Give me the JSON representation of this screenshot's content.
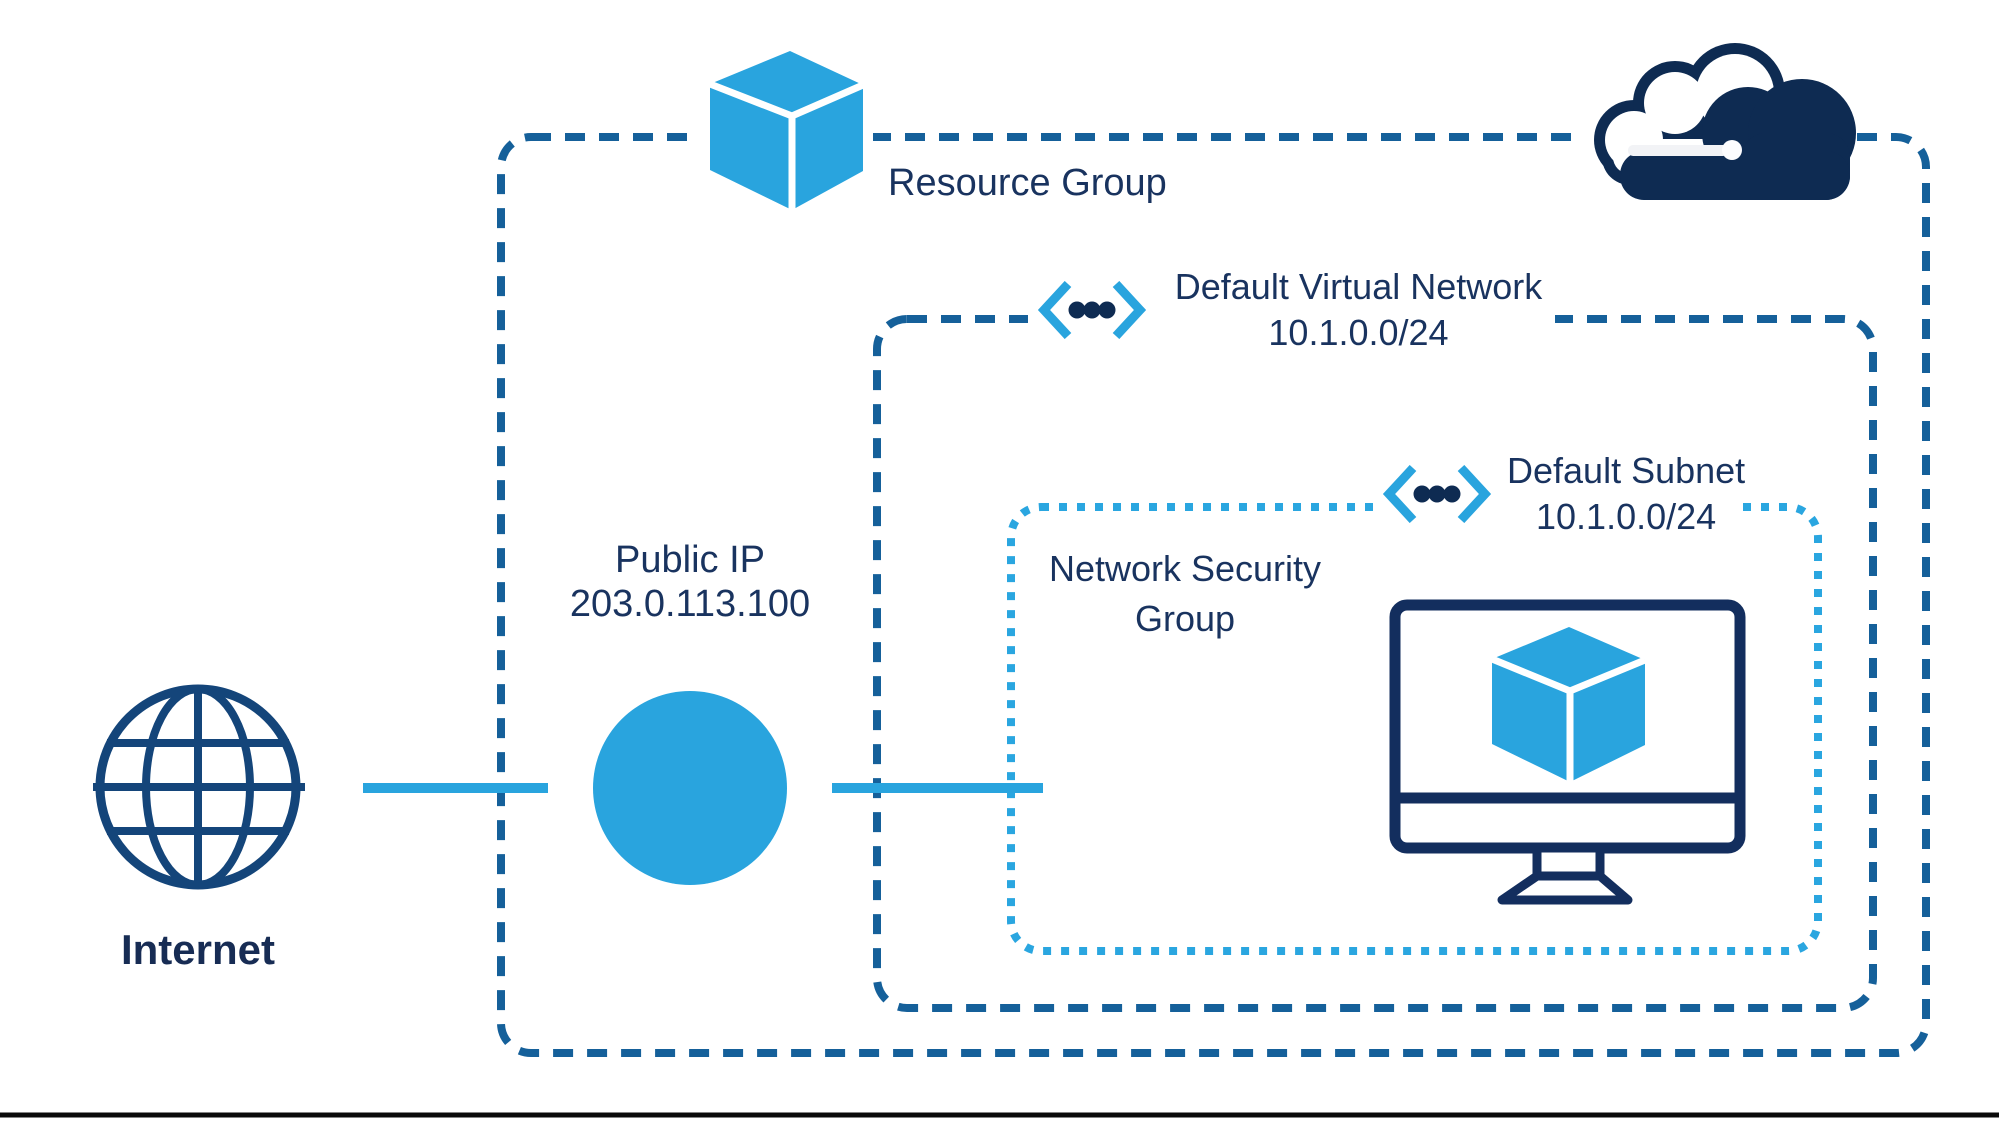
{
  "diagram": {
    "internet_label": "Internet",
    "public_ip": {
      "title": "Public IP",
      "address": "203.0.113.100"
    },
    "resource_group_label": "Resource Group",
    "virtual_network": {
      "name": "Default Virtual Network",
      "cidr": "10.1.0.0/24"
    },
    "subnet": {
      "name": "Default Subnet",
      "cidr": "10.1.0.0/24"
    },
    "nsg_lines": [
      "Network Security",
      "Group"
    ],
    "colors": {
      "accent_light_blue": "#29A4DE",
      "border_dash_blue": "#15609A",
      "subnet_dot_blue": "#2AA6E0",
      "icon_navy": "#0E2B52",
      "text_navy": "#19335F",
      "bottom_rule_black": "#0A0A0A"
    }
  }
}
